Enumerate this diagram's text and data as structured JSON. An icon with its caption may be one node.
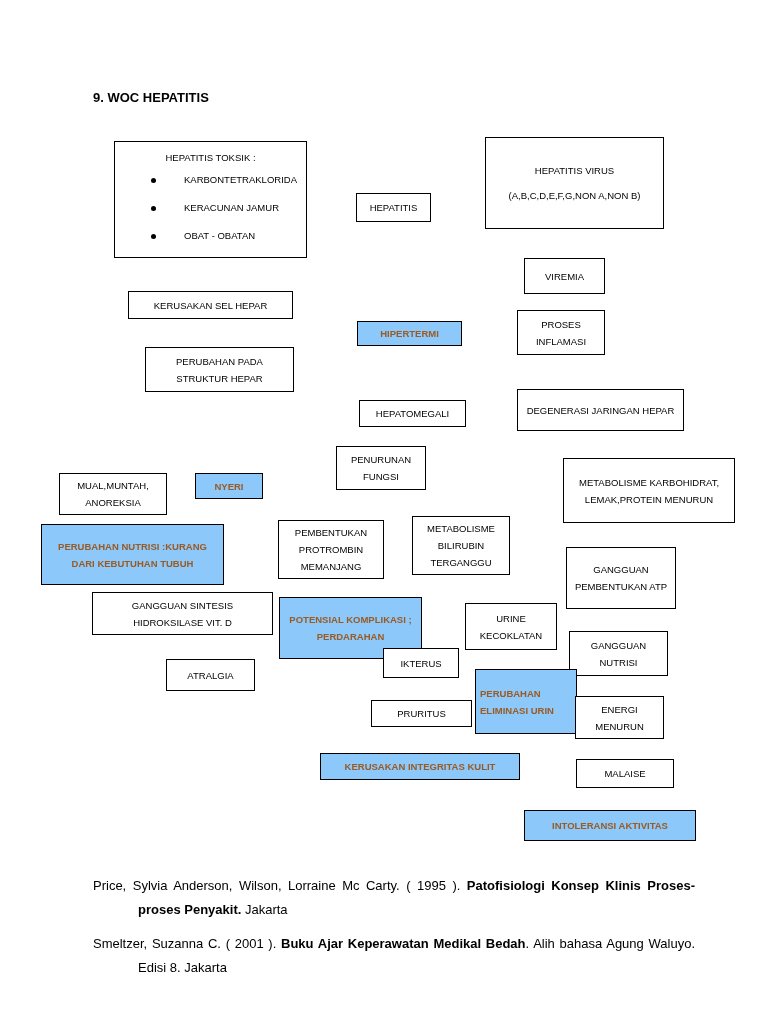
{
  "diagram": {
    "title": "9. WOC HEPATITIS",
    "nodes": [
      {
        "text": [
          "HEPATITIS TOKSIK :",
          "KARBONTETRAKLORIDA",
          "KERACUNAN JAMUR",
          "OBAT - OBATAN"
        ]
      },
      {
        "text": [
          "HEPATITIS"
        ]
      },
      {
        "text": [
          "HEPATITIS VIRUS",
          "(A,B,C,D,E,F,G,NON A,NON B)"
        ]
      },
      {
        "text": [
          "VIREMIA"
        ]
      },
      {
        "text": [
          "KERUSAKAN SEL HEPAR"
        ]
      },
      {
        "text": [
          "HIPERTERMI"
        ]
      },
      {
        "text": [
          "PROSES INFLAMASI"
        ]
      },
      {
        "text": [
          "PERUBAHAN PADA STRUKTUR HEPAR"
        ]
      },
      {
        "text": [
          "HEPATOMEGALI"
        ]
      },
      {
        "text": [
          "DEGENERASI JARINGAN HEPAR"
        ]
      },
      {
        "text": [
          "PENURUNAN FUNGSI"
        ]
      },
      {
        "text": [
          "MUAL,MUNTAH, ANOREKSIA"
        ]
      },
      {
        "text": [
          "NYERI"
        ]
      },
      {
        "text": [
          "METABOLISME KARBOHIDRAT, LEMAK,PROTEIN MENURUN"
        ]
      },
      {
        "text": [
          "PERUBAHAN NUTRISI :KURANG DARI KEBUTUHAN TUBUH"
        ]
      },
      {
        "text": [
          "PEMBENTUKAN PROTROMBIN MEMANJANG"
        ]
      },
      {
        "text": [
          "METABOLISME BILIRUBIN TERGANGGU"
        ]
      },
      {
        "text": [
          "GANGGUAN PEMBENTUKAN ATP"
        ]
      },
      {
        "text": [
          "GANGGUAN SINTESIS HIDROKSILASE VIT. D"
        ]
      },
      {
        "text": [
          "POTENSIAL KOMPLIKASI ; PERDARAHAN"
        ]
      },
      {
        "text": [
          "URINE KECOKLATAN"
        ]
      },
      {
        "text": [
          "IKTERUS"
        ]
      },
      {
        "text": [
          "GANGGUAN NUTRISI"
        ]
      },
      {
        "text": [
          "ATRALGIA"
        ]
      },
      {
        "text": [
          "PERUBAHAN ELIMINASI URIN"
        ]
      },
      {
        "text": [
          "PRURITUS"
        ]
      },
      {
        "text": [
          "ENERGI MENURUN"
        ]
      },
      {
        "text": [
          "KERUSAKAN INTEGRITAS KULIT"
        ]
      },
      {
        "text": [
          "MALAISE"
        ]
      },
      {
        "text": [
          "INTOLERANSI AKTIVITAS"
        ]
      }
    ],
    "labels": [
      "Price, Sylvia Anderson, Wilson, Lorraine Mc Carty. ( 1995 ). **Patofisiologi Konsep Klinis Proses-proses Penyakit.** Jakarta",
      "Smeltzer, Suzanna C. ( 2001 ). **Buku Ajar Keperawatan Medikal Bedah**. Alih bahasa Agung Waluyo. Edisi 8. Jakarta"
    ]
  }
}
